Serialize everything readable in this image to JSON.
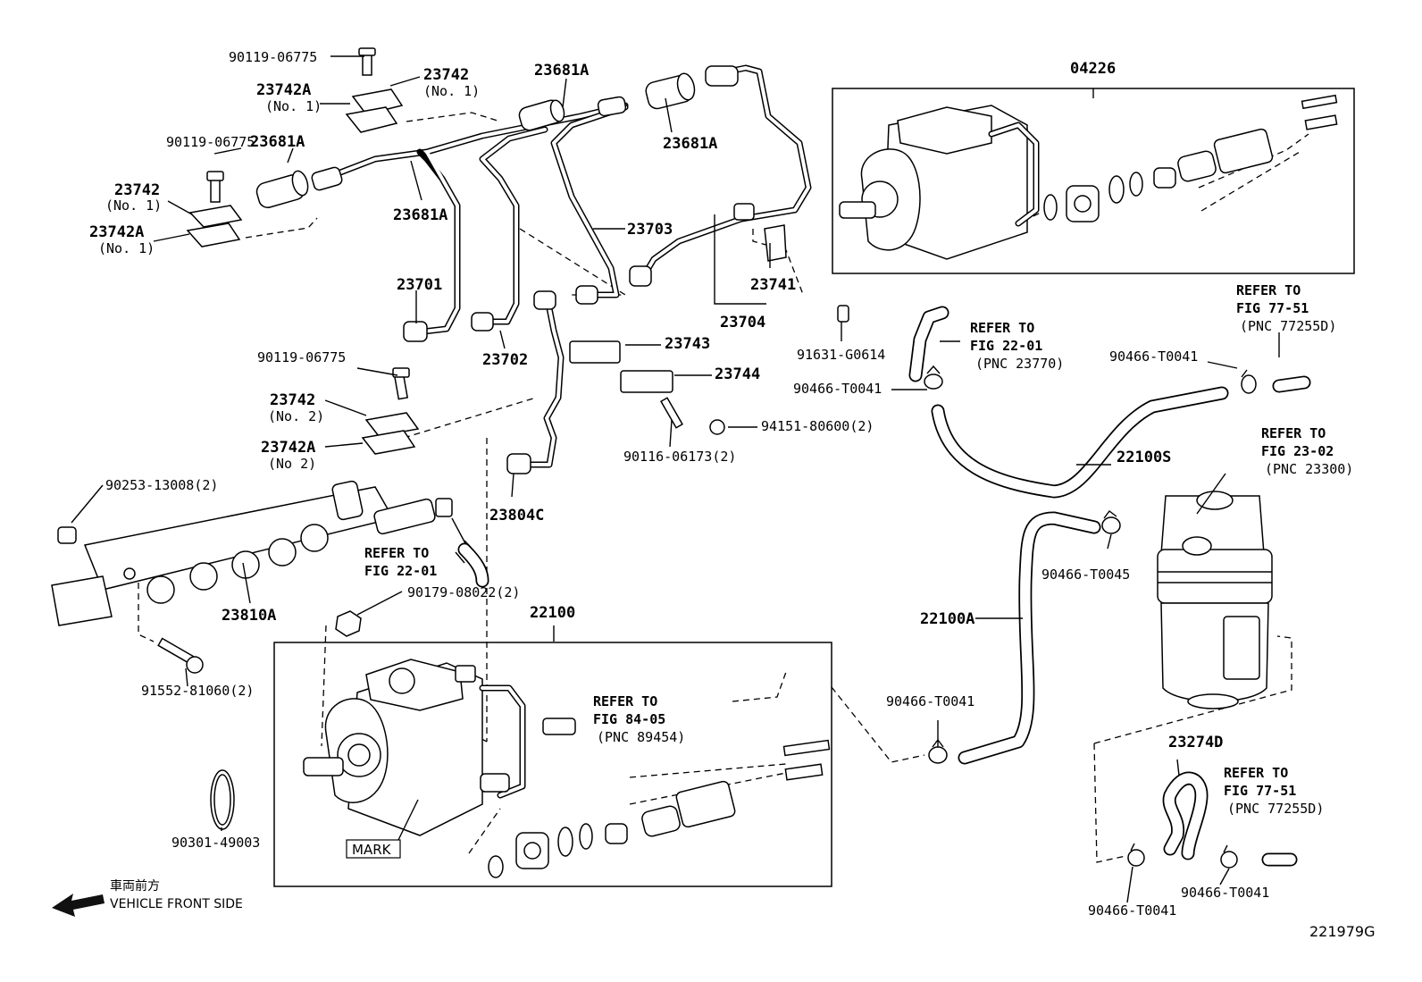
{
  "diagram_id": "221979G",
  "front_note": {
    "jp": "車両前方",
    "en": "VEHICLE FRONT SIDE"
  },
  "mark_label": "MARK",
  "parts": {
    "p_04226": "04226",
    "p_22100": "22100",
    "p_22100S": "22100S",
    "p_22100A": "22100A",
    "p_23274D": "23274D",
    "p_23681A_top": "23681A",
    "p_23681A_right": "23681A",
    "p_23681A_left": "23681A",
    "p_23681A_mid": "23681A",
    "p_23742_top": "23742",
    "p_23742_top_sub": "(No. 1)",
    "p_23742A_top": "23742A",
    "p_23742A_top_sub": "(No. 1)",
    "p_23742_left": "23742",
    "p_23742_left_sub": "(No. 1)",
    "p_23742A_left": "23742A",
    "p_23742A_left_sub": "(No. 1)",
    "p_23742_no2": "23742",
    "p_23742_no2_sub": "(No. 2)",
    "p_23742A_no2": "23742A",
    "p_23742A_no2_sub": "(No 2)",
    "p_90119_a": "90119-06775",
    "p_90119_b": "90119-06775",
    "p_90119_c": "90119-06775",
    "p_23703": "23703",
    "p_23701": "23701",
    "p_23702": "23702",
    "p_23704": "23704",
    "p_23741": "23741",
    "p_23743": "23743",
    "p_23744": "23744",
    "p_91631": "91631-G0614",
    "p_94151": "94151-80600(2)",
    "p_90116": "90116-06173(2)",
    "p_23804C": "23804C",
    "p_90253": "90253-13008(2)",
    "p_23810A": "23810A",
    "p_90179": "90179-08022(2)",
    "p_91552": "91552-81060(2)",
    "p_90301": "90301-49003",
    "p_90466_a": "90466-T0041",
    "p_90466_b": "90466-T0041",
    "p_90466_c": "90466-T0045",
    "p_90466_d": "90466-T0041",
    "p_90466_e": "90466-T0041",
    "p_90466_f": "90466-T0041"
  },
  "references": [
    {
      "line1": "REFER TO",
      "line2": "FIG 22-01",
      "line3": "(PNC 23770)"
    },
    {
      "line1": "REFER TO",
      "line2": "FIG 77-51",
      "line3": "(PNC 77255D)"
    },
    {
      "line1": "REFER TO",
      "line2": "FIG 23-02",
      "line3": "(PNC 23300)"
    },
    {
      "line1": "REFER TO",
      "line2": "FIG 22-01",
      "line3": ""
    },
    {
      "line1": "REFER TO",
      "line2": "FIG 84-05",
      "line3": "(PNC 89454)"
    },
    {
      "line1": "REFER TO",
      "line2": "FIG 77-51",
      "line3": "(PNC 77255D)"
    }
  ]
}
